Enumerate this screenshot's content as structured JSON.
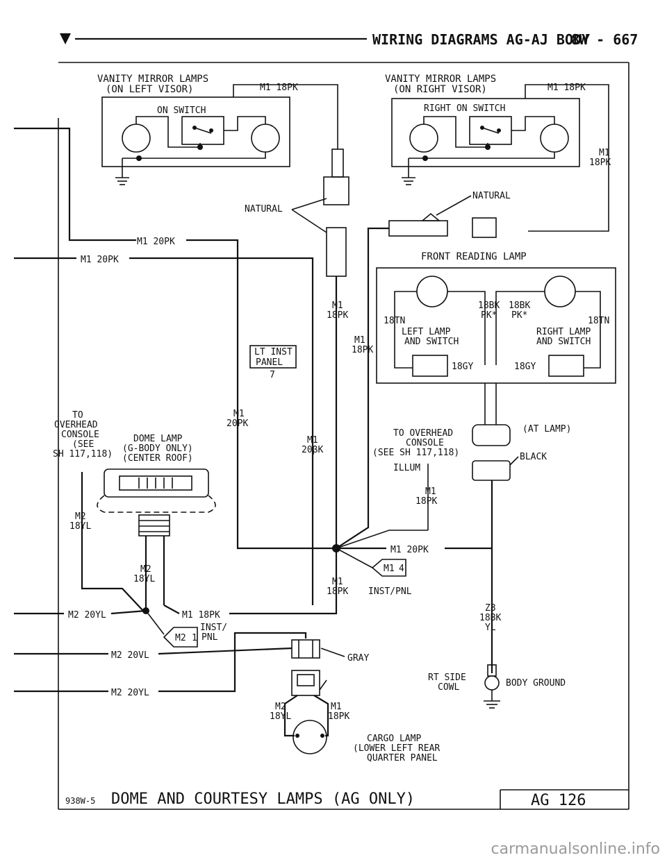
{
  "header": {
    "title": "WIRING DIAGRAMS AG-AJ BODY",
    "page": "8W - 667"
  },
  "vanity_left": {
    "title_1": "VANITY MIRROR LAMPS",
    "title_2": "(ON LEFT VISOR)",
    "switch": "ON SWITCH",
    "wire": "M1 18PK"
  },
  "vanity_right": {
    "title_1": "VANITY MIRROR LAMPS",
    "title_2": "(ON RIGHT VISOR)",
    "switch": "RIGHT ON SWITCH",
    "wire": "M1 18PK",
    "side_wire_1": "M1",
    "side_wire_2": "18PK"
  },
  "connectors": {
    "natural_left": "NATURAL",
    "natural_right": "NATURAL",
    "gray": "GRAY",
    "black": "BLACK",
    "at_lamp": "(AT LAMP)"
  },
  "wires": {
    "m1_20pk": "M1 20PK",
    "m1": "M1",
    "k18pk": "18PK",
    "k20pk": "20PK",
    "m1_20pk_right": "M1 20PK",
    "m2_20yl": "M2 20YL",
    "m2_20vl": "M2 20VL",
    "m1_18pk": "M1 18PK",
    "m2": "M2",
    "yl18": "18YL",
    "tn18": "18TN",
    "bk18": "18BK",
    "pk_star": "PK*",
    "gy18": "18GY",
    "z3": "Z3",
    "z3_color": "18BK",
    "z3_color2": "YL",
    "c20pk_odd": "20βK"
  },
  "lt_inst_panel": {
    "line1": "LT INST",
    "line2": "PANEL",
    "num": "7"
  },
  "overhead_left": {
    "l1": "TO",
    "l2": "OVERHEAD",
    "l3": "CONSOLE",
    "l4": "(SEE",
    "l5": "SH 117,118)"
  },
  "dome_lamp": {
    "l1": "DOME LAMP",
    "l2": "(G-BODY ONLY)",
    "l3": "(CENTER ROOF)"
  },
  "front_reading": {
    "title": "FRONT READING LAMP",
    "left": "LEFT LAMP",
    "left2": "AND SWITCH",
    "right": "RIGHT LAMP",
    "right2": "AND SWITCH"
  },
  "overhead_right": {
    "l1": "TO OVERHEAD",
    "l2": "CONSOLE",
    "l3": "(SEE SH 117,118)",
    "illum": "ILLUM"
  },
  "splices": {
    "m1_4": "M1",
    "m1_4n": "4",
    "m2_1": "M2",
    "m2_1n": "1",
    "inst_pnl_a": "INST/PNL",
    "inst_pnl_b": "INST/",
    "inst_pnl_c": "PNL"
  },
  "ground": {
    "l1": "RT SIDE",
    "l2": "COWL",
    "label": "BODY GROUND"
  },
  "cargo": {
    "l1": "CARGO LAMP",
    "l2": "(LOWER LEFT REAR",
    "l3": "QUARTER PANEL"
  },
  "footer": {
    "code": "938W-5",
    "title": "DOME AND COURTESY LAMPS (AG ONLY)",
    "box": "AG 126"
  },
  "watermark": "carmanualsonline.info"
}
